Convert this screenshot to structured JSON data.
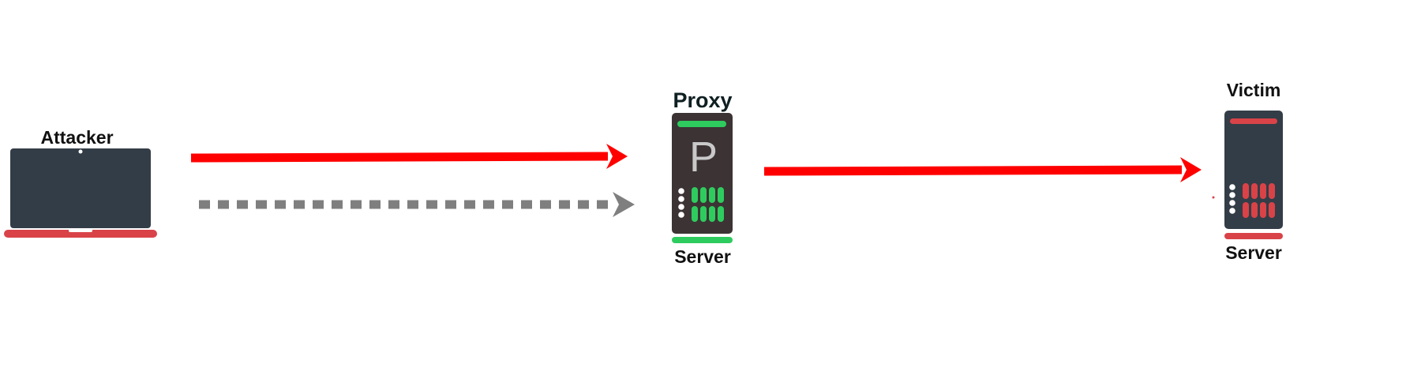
{
  "diagram": {
    "attacker": {
      "label": "Attacker",
      "icon": "laptop-icon"
    },
    "proxy": {
      "title": "Proxy",
      "badge": "P",
      "caption": "Server",
      "icon": "server-icon"
    },
    "victim": {
      "title": "Victim",
      "caption": "Server",
      "icon": "server-icon"
    }
  },
  "colors": {
    "arrow_red": "#ff0000",
    "arrow_gray": "#7f7f7f",
    "device_dark": "#333d47",
    "proxy_body": "#3c3334",
    "accent_red": "#d94348",
    "led_green": "#2ecc5e",
    "text": "#111111"
  }
}
